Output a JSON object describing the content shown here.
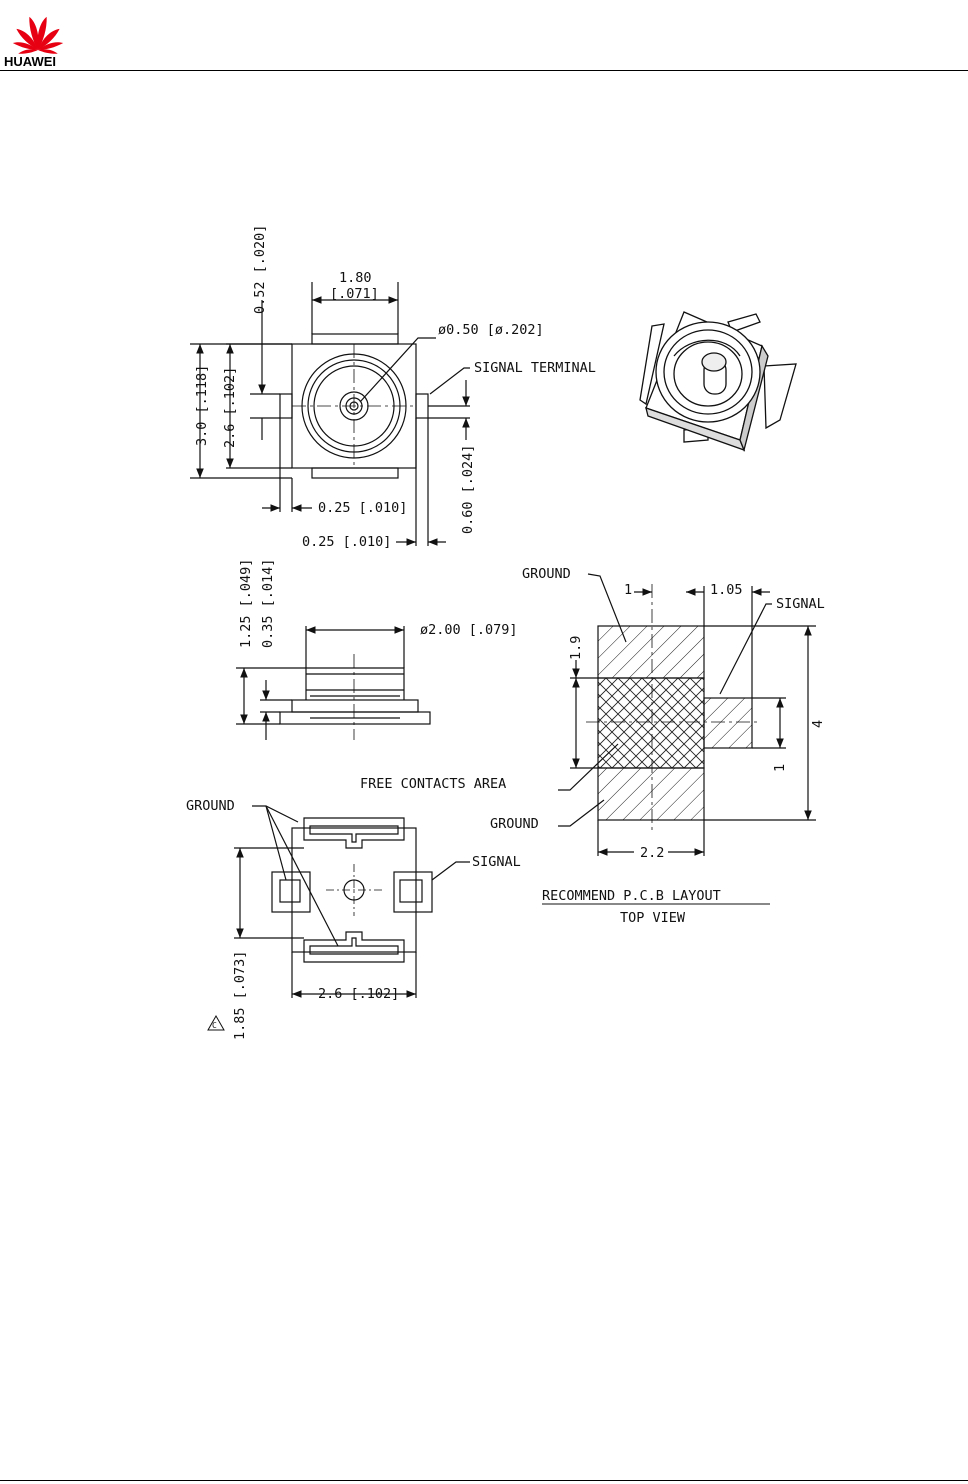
{
  "brand": {
    "name": "HUAWEI",
    "colors": {
      "logo": "#e60012",
      "line": "#000000"
    }
  },
  "top_view": {
    "width_dim": "1.80",
    "width_dim_in": "[.071]",
    "hole_dia": "ø0.50  [ø.202]",
    "signal_terminal": "SIGNAL  TERMINAL",
    "top_gap": "0.52  [.020]",
    "height_outer": "3.0  [.118]",
    "height_inner": "2.6  [.102]",
    "terminal_width": "0.25  [.010]",
    "terminal_offset": "0.25  [.010]",
    "terminal_length": "0.60  [.024]"
  },
  "side_view": {
    "total_height": "1.25  [.049]",
    "base_height": "0.35  [.014]",
    "diameter": "ø2.00  [.079]"
  },
  "bottom_view": {
    "ground_label": "GROUND",
    "signal_label": "SIGNAL",
    "width_dim": "2.6  [.102]",
    "height_dim": "1.85  [.073]",
    "note_mark": "C"
  },
  "pcb_layout": {
    "ground_top": "GROUND",
    "ground_bottom": "GROUND",
    "signal": "SIGNAL",
    "free_area": "FREE  CONTACTS  AREA",
    "dim_1": "1",
    "dim_105": "1.05",
    "dim_19": "1.9",
    "dim_4": "4",
    "dim_1_sig": "1",
    "dim_22": "2.2",
    "title": "RECOMMEND  P.C.B  LAYOUT",
    "subtitle": "TOP  VIEW"
  }
}
